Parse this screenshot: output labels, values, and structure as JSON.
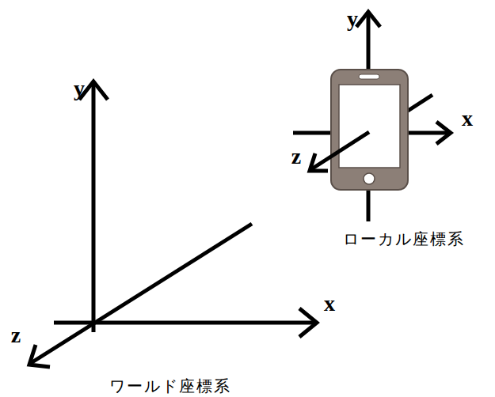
{
  "diagram": {
    "labels": [
      "y",
      "x",
      "z",
      "ローカル座標系",
      "y",
      "x",
      "z",
      "ワールド座標系"
    ]
  }
}
